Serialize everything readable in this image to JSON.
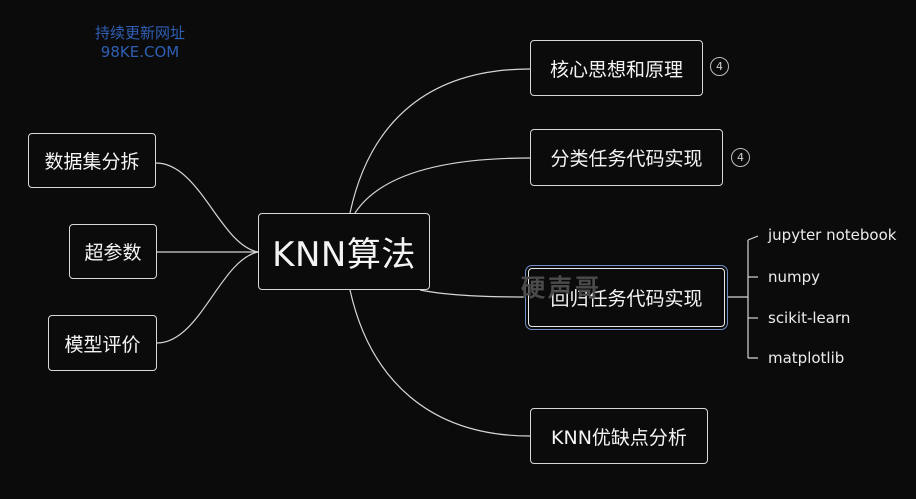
{
  "watermark": {
    "line1": "持续更新网址",
    "line2": "98KE.COM",
    "overlay": "硬声哥"
  },
  "center": {
    "label": "KNN算法"
  },
  "left_nodes": [
    {
      "label": "数据集分拆"
    },
    {
      "label": "超参数"
    },
    {
      "label": "模型评价"
    }
  ],
  "right_nodes": [
    {
      "label": "核心思想和原理",
      "badge": "4"
    },
    {
      "label": "分类任务代码实现",
      "badge": "4"
    },
    {
      "label": "回归任务代码实现"
    },
    {
      "label": "KNN优缺点分析"
    }
  ],
  "regression_children": [
    {
      "label": "jupyter notebook"
    },
    {
      "label": "numpy"
    },
    {
      "label": "scikit-learn"
    },
    {
      "label": "matplotlib"
    }
  ],
  "colors": {
    "background": "#0b0b0c",
    "line": "#d6d6d6",
    "selection": "#6f8fc5",
    "watermark": "#2f5fb3"
  }
}
